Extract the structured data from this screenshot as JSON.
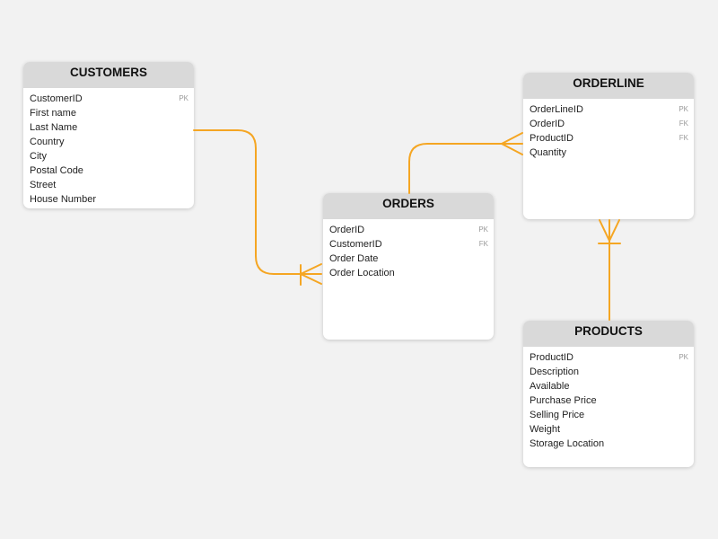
{
  "colors": {
    "background": "#f2f2f2",
    "header": "#d9d9d9",
    "connector": "#f5a623"
  },
  "entities": [
    {
      "id": "customers",
      "title": "CUSTOMERS",
      "attributes": [
        {
          "name": "CustomerID",
          "key": "PK"
        },
        {
          "name": "First name",
          "key": ""
        },
        {
          "name": "Last Name",
          "key": ""
        },
        {
          "name": "Country",
          "key": ""
        },
        {
          "name": "City",
          "key": ""
        },
        {
          "name": "Postal Code",
          "key": ""
        },
        {
          "name": "Street",
          "key": ""
        },
        {
          "name": "House Number",
          "key": ""
        }
      ]
    },
    {
      "id": "orders",
      "title": "ORDERS",
      "attributes": [
        {
          "name": "OrderID",
          "key": "PK"
        },
        {
          "name": "CustomerID",
          "key": "FK"
        },
        {
          "name": "Order Date",
          "key": ""
        },
        {
          "name": "Order Location",
          "key": ""
        }
      ]
    },
    {
      "id": "orderline",
      "title": "ORDERLINE",
      "attributes": [
        {
          "name": "OrderLineID",
          "key": "PK"
        },
        {
          "name": "OrderID",
          "key": "FK"
        },
        {
          "name": "ProductID",
          "key": "FK"
        },
        {
          "name": "Quantity",
          "key": ""
        }
      ]
    },
    {
      "id": "products",
      "title": "PRODUCTS",
      "attributes": [
        {
          "name": "ProductID",
          "key": "PK"
        },
        {
          "name": "Description",
          "key": ""
        },
        {
          "name": "Available",
          "key": ""
        },
        {
          "name": "Purchase Price",
          "key": ""
        },
        {
          "name": "Selling Price",
          "key": ""
        },
        {
          "name": "Weight",
          "key": ""
        },
        {
          "name": "Storage Location",
          "key": ""
        }
      ]
    }
  ],
  "relationships": [
    {
      "from": "customers",
      "to": "orders",
      "from_cardinality": "one",
      "to_cardinality": "one-or-many"
    },
    {
      "from": "orders",
      "to": "orderline",
      "from_cardinality": "one",
      "to_cardinality": "many"
    },
    {
      "from": "products",
      "to": "orderline",
      "from_cardinality": "one",
      "to_cardinality": "one-or-many"
    }
  ]
}
